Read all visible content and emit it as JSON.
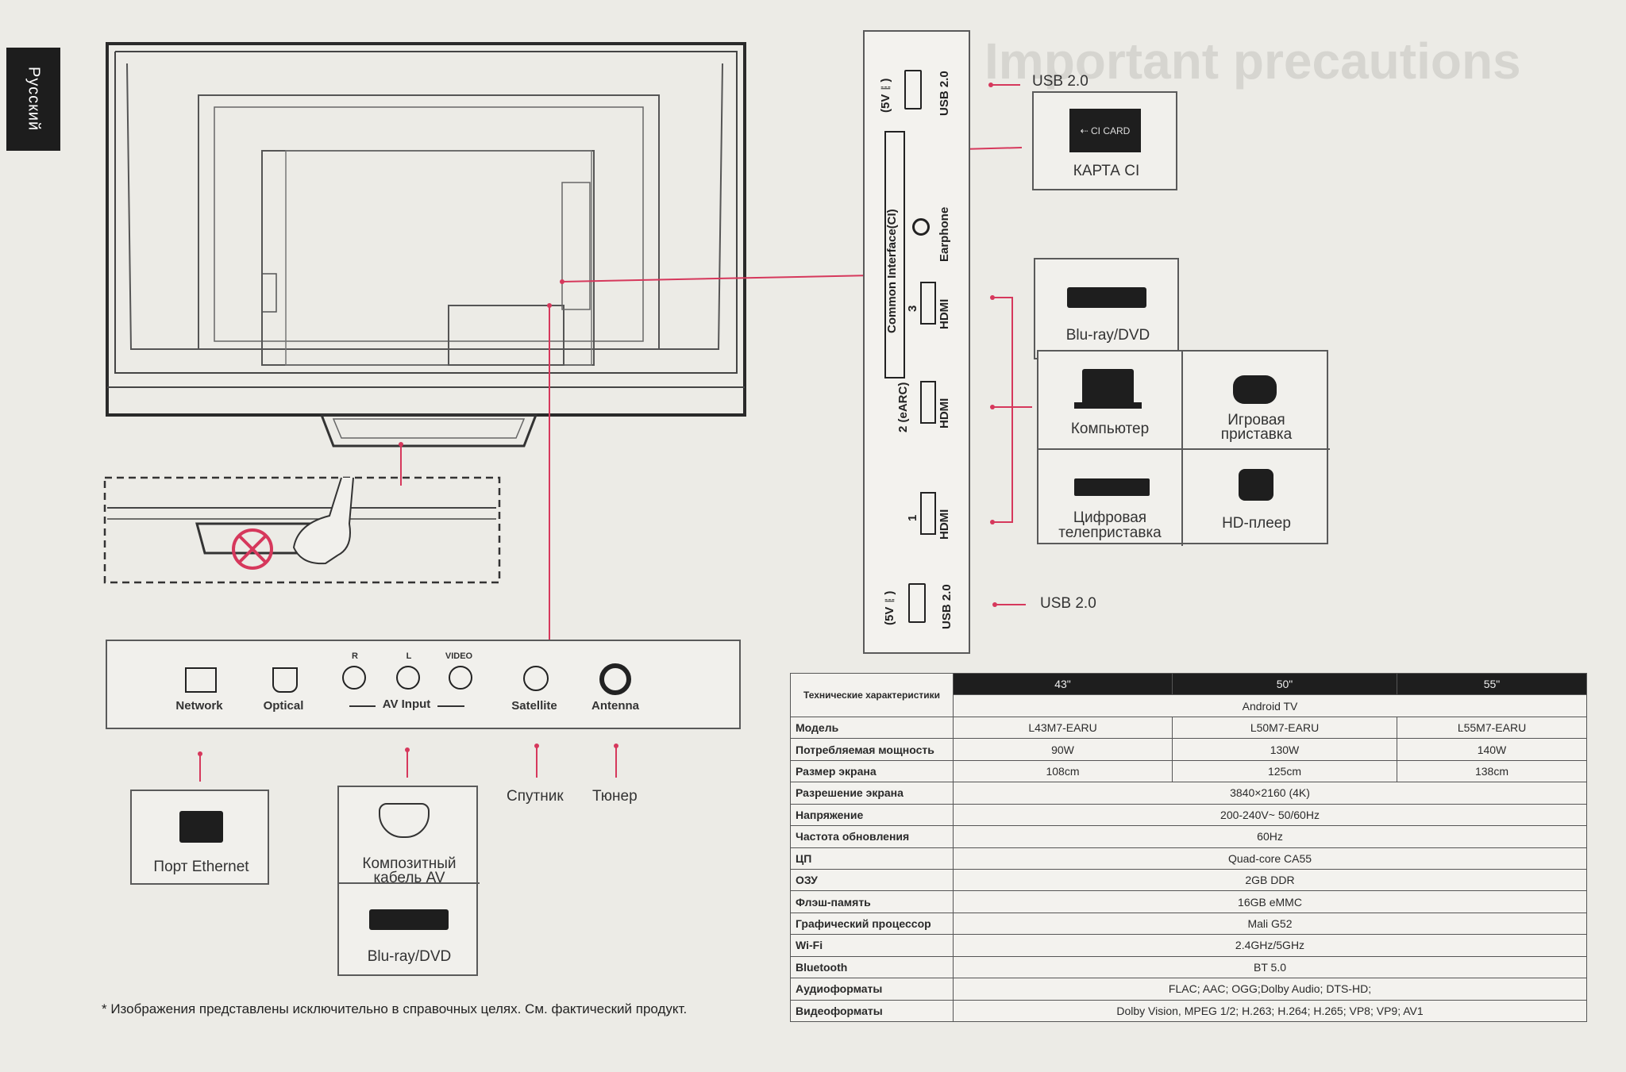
{
  "language_tab": "Русский",
  "heading_ghost": "Important precautions",
  "side_panel": {
    "usb_top_name": "USB 2.0",
    "usb_top_power": "(5V⎓)",
    "ci_slot": "Common Interface(CI)",
    "earphone": "Earphone",
    "hdmi": "HDMI",
    "hdmi3_num": "3",
    "hdmi2_num": "2 (eARC)",
    "hdmi1_num": "1",
    "usb_bottom_name": "USB 2.0",
    "usb_bottom_power": "(5V⎓)"
  },
  "callouts": {
    "usb_top": "USB 2.0",
    "ci_card_chip": "⇠ CI CARD",
    "ci_card": "КАРТА CI",
    "bluray_top": "Blu-ray/DVD",
    "computer": "Компьютер",
    "console_l1": "Игровая",
    "console_l2": "приставка",
    "settop_l1": "Цифровая",
    "settop_l2": "телеприставка",
    "hd_player": "HD-плеер",
    "usb_bottom": "USB 2.0"
  },
  "bottom_panel": {
    "network": "Network",
    "optical": "Optical",
    "r": "R",
    "l": "L",
    "video": "VIDEO",
    "av_input": "AV Input",
    "satellite": "Satellite",
    "antenna": "Antenna"
  },
  "bottom_callouts": {
    "ethernet": "Порт Ethernet",
    "composite_l1": "Композитный",
    "composite_l2": "кабель AV",
    "bluray_bottom": "Blu-ray/DVD",
    "satellite_ru": "Спутник",
    "tuner_ru": "Тюнер"
  },
  "footnote": "* Изображения представлены исключительно в справочных целях. См. фактический продукт.",
  "spec_table": {
    "header": [
      "Технические характеристики",
      "43\"",
      "50\"",
      "55\""
    ],
    "android": "Android TV",
    "rows_per_model": [
      {
        "key": "Модель",
        "v": [
          "L43M7-EARU",
          "L50M7-EARU",
          "L55M7-EARU"
        ]
      },
      {
        "key": "Потребляемая мощность",
        "v": [
          "90W",
          "130W",
          "140W"
        ]
      },
      {
        "key": "Размер экрана",
        "v": [
          "108cm",
          "125cm",
          "138cm"
        ]
      }
    ],
    "rows_common": [
      {
        "key": "Разрешение экрана",
        "v": "3840×2160 (4K)"
      },
      {
        "key": "Напряжение",
        "v": "200-240V~ 50/60Hz"
      },
      {
        "key": "Частота обновления",
        "v": "60Hz"
      },
      {
        "key": "ЦП",
        "v": "Quad-core CA55"
      },
      {
        "key": "ОЗУ",
        "v": "2GB DDR"
      },
      {
        "key": "Флэш-память",
        "v": "16GB eMMC"
      },
      {
        "key": "Графический процессор",
        "v": "Mali G52"
      },
      {
        "key": "Wi-Fi",
        "v": "2.4GHz/5GHz"
      },
      {
        "key": "Bluetooth",
        "v": "BT 5.0"
      },
      {
        "key": "Аудиоформаты",
        "v": "FLAC; AAC; OGG;Dolby Audio; DTS-HD;"
      },
      {
        "key": "Видеоформаты",
        "v": "Dolby Vision, MPEG 1/2; H.263; H.264; H.265; VP8; VP9; AV1"
      }
    ]
  }
}
